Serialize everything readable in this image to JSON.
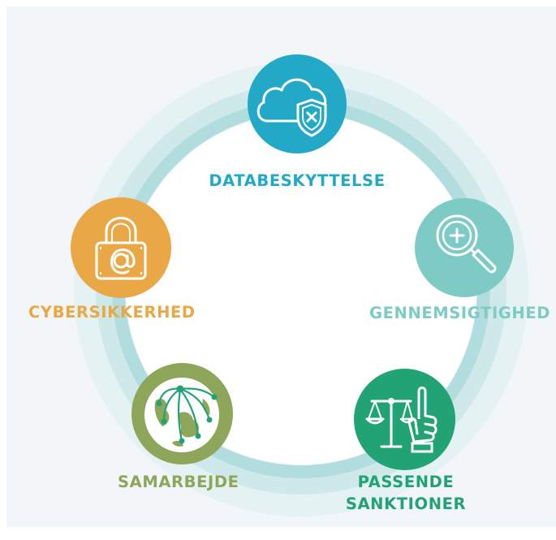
{
  "colors": {
    "databeskyttelse": "#22a9c8",
    "gennemsigtighed": "#7dcbc4",
    "passende_sanktioner": "#22a373",
    "samarbejde": "#8da65a",
    "cybersikkerhed": "#e9a845",
    "ring": "#b2dddf",
    "panel": "#f2f6f8"
  },
  "nodes": {
    "databeskyttelse": {
      "label": "DATABESKYTTELSE",
      "icon": "cloud-shield-icon"
    },
    "gennemsigtighed": {
      "label": "GENNEMSIGTIGHED",
      "icon": "magnifier-plus-icon"
    },
    "passende_sanktioner": {
      "label_line1": "PASSENDE",
      "label_line2": "SANKTIONER",
      "icon": "scales-hand-icon"
    },
    "samarbejde": {
      "label": "SAMARBEJDE",
      "icon": "globe-network-icon"
    },
    "cybersikkerhed": {
      "label": "CYBERSIKKERHED",
      "icon": "padlock-at-icon"
    }
  }
}
